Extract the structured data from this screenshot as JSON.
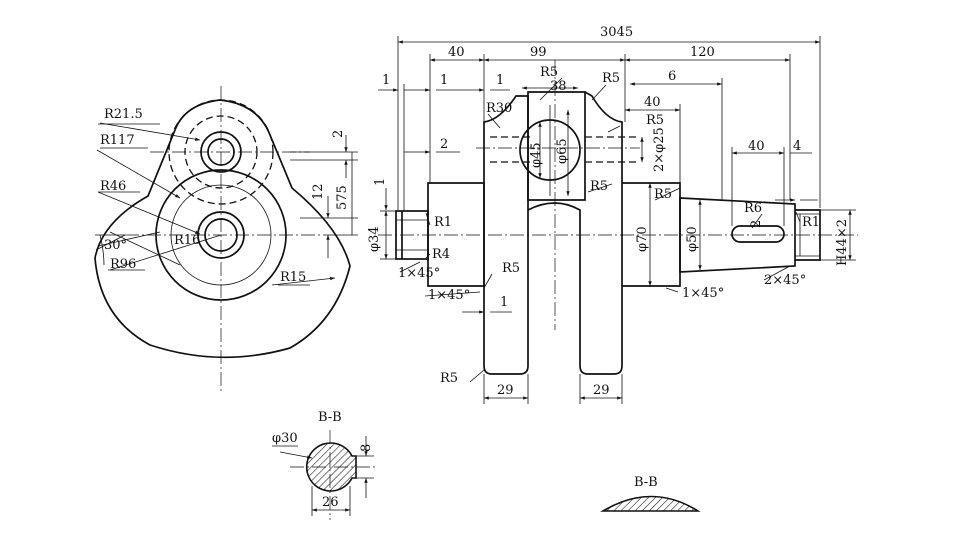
{
  "labels": {
    "overall": "3045",
    "d40a": "40",
    "d99": "99",
    "d120": "120",
    "d1a": "1",
    "d1b": "1",
    "d1c": "1",
    "r5a": "R5",
    "d38": "38",
    "r5b": "R5",
    "r30": "R30",
    "d6": "6",
    "d40b": "40",
    "r5c": "R5",
    "twophi25": "2×φ25",
    "phi45": "φ45",
    "phi65": "φ65",
    "d2a": "2",
    "r5d": "R5",
    "r5e": "R5",
    "d40c": "40",
    "d4": "4",
    "r6": "R6",
    "d2b": "2",
    "r1a": "R1",
    "d1d": "1",
    "phi34": "φ34",
    "r1b": "R1",
    "r4": "R4",
    "phi70": "φ70",
    "phi50": "φ50",
    "h44": "H44×2",
    "cham1": "1×45°",
    "cham2": "1×45°",
    "cham3": "1×45°",
    "cham4": "2×45°",
    "r5f": "R5",
    "d1e": "1",
    "r5g": "R5",
    "d29a": "29",
    "d29b": "29",
    "r215": "R21.5",
    "r117": "R117",
    "r46": "R46",
    "a30": "30°",
    "r96": "R96",
    "r16": "R16",
    "r15": "R15",
    "d2c": "2",
    "d12": "12",
    "d575": "575",
    "bb1": "B-B",
    "phi30": "φ30",
    "d8": "8",
    "d26": "26",
    "bb2": "B-B"
  }
}
